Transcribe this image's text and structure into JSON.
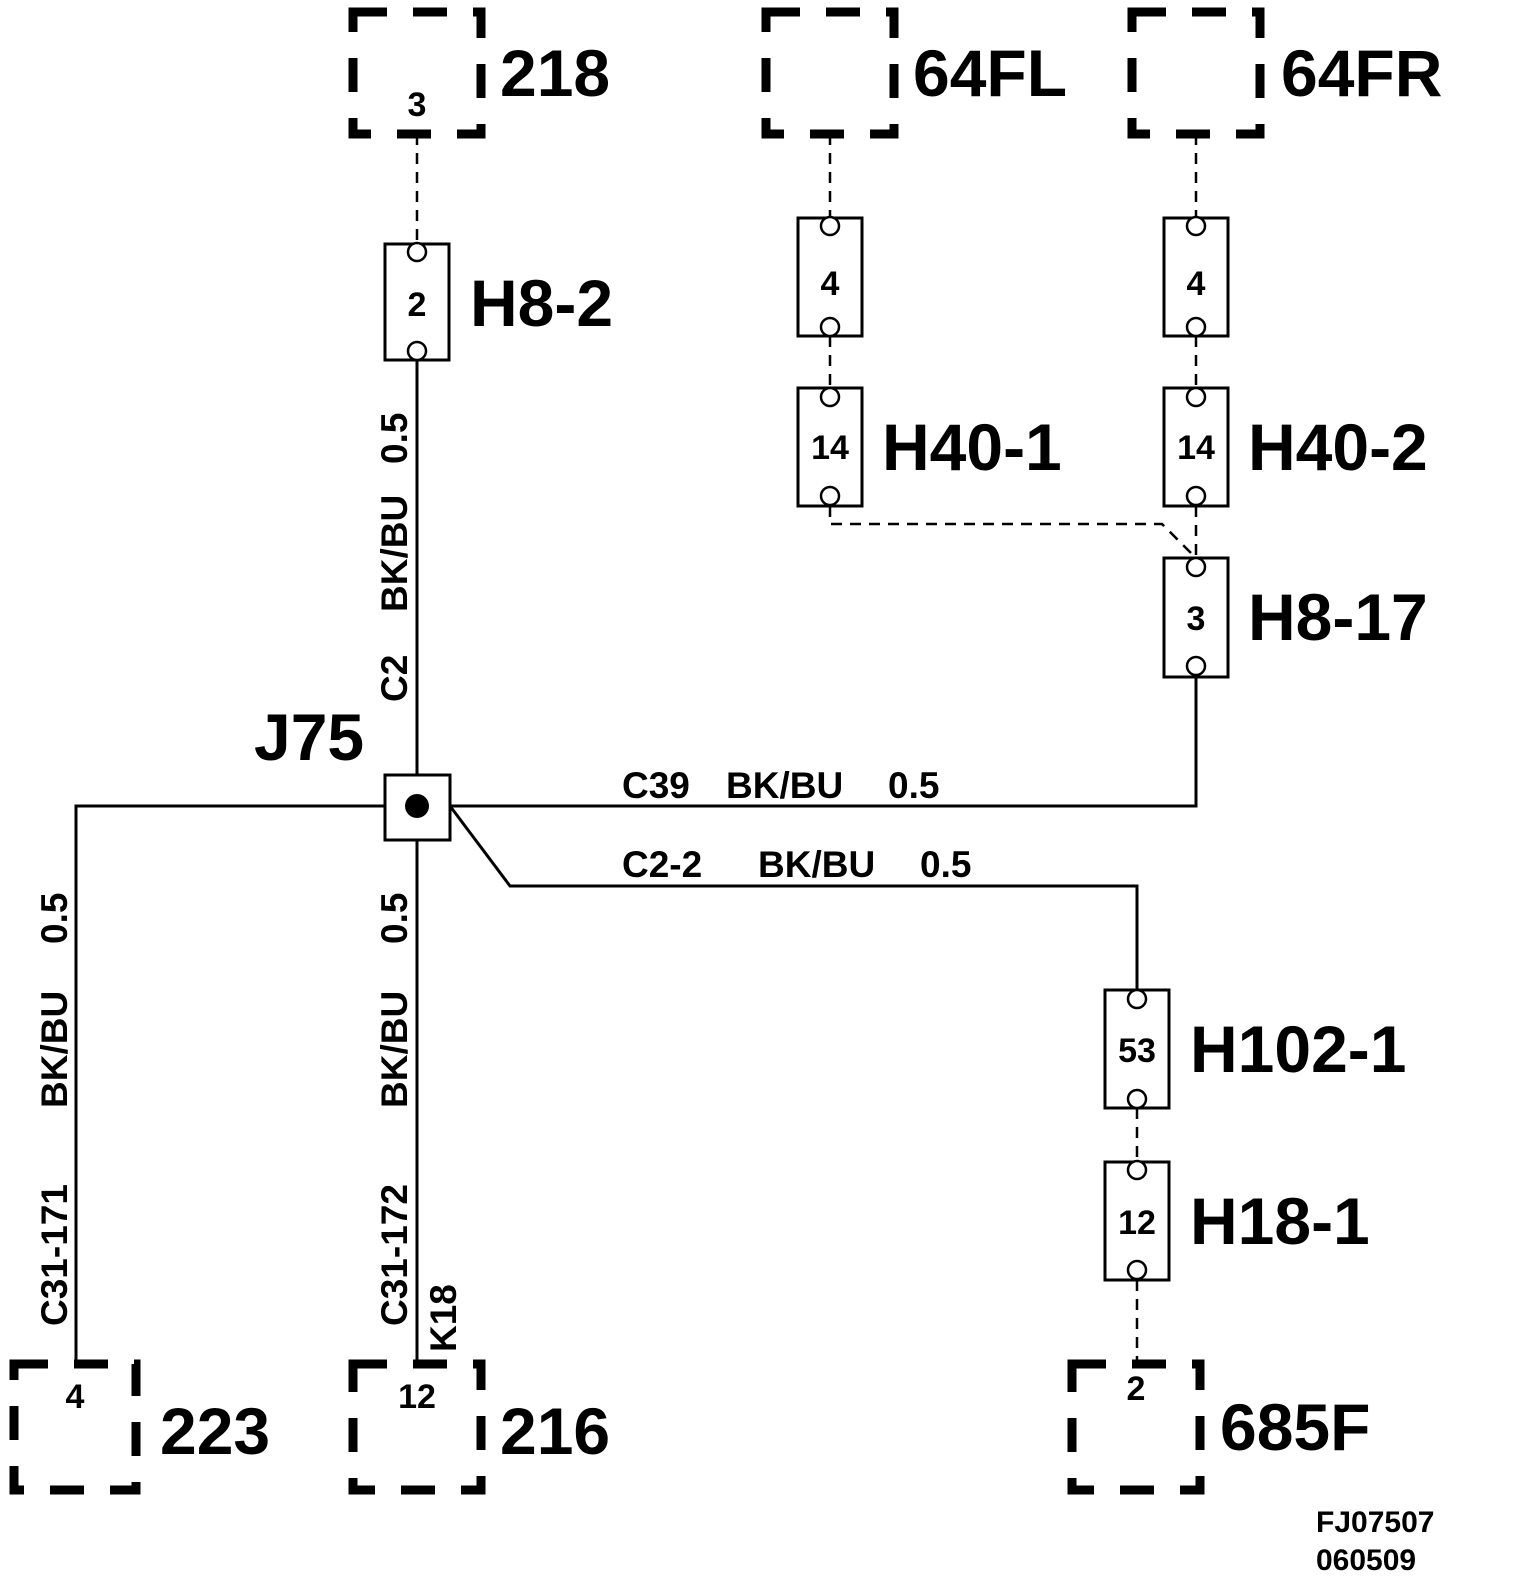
{
  "components": {
    "c218": {
      "label": "218",
      "pin": "3"
    },
    "c64fl": {
      "label": "64FL"
    },
    "c64fr": {
      "label": "64FR"
    },
    "c223": {
      "label": "223",
      "pin": "4"
    },
    "c216": {
      "label": "216",
      "pin": "12"
    },
    "c685f": {
      "label": "685F",
      "pin": "2"
    }
  },
  "connectors": {
    "h8_2": {
      "label": "H8-2",
      "pin": "2"
    },
    "h40_1_top": {
      "pin": "4"
    },
    "h40_2_top": {
      "pin": "4"
    },
    "h40_1": {
      "label": "H40-1",
      "pin": "14"
    },
    "h40_2": {
      "label": "H40-2",
      "pin": "14"
    },
    "h8_17": {
      "label": "H8-17",
      "pin": "3"
    },
    "h102_1": {
      "label": "H102-1",
      "pin": "53"
    },
    "h18_1": {
      "label": "H18-1",
      "pin": "12"
    }
  },
  "splice": {
    "label": "J75"
  },
  "wires": {
    "c2": {
      "circuit": "C2",
      "color": "BK/BU",
      "size": "0.5"
    },
    "c39": {
      "circuit": "C39",
      "color": "BK/BU",
      "size": "0.5"
    },
    "c2_2": {
      "circuit": "C2-2",
      "color": "BK/BU",
      "size": "0.5"
    },
    "c31_171": {
      "circuit": "C31-171",
      "color": "BK/BU",
      "size": "0.5"
    },
    "c31_172": {
      "circuit": "C31-172",
      "color": "BK/BU",
      "size": "0.5",
      "extra": "K18"
    }
  },
  "footer": {
    "code1": "FJ07507",
    "code2": "060509"
  },
  "style": {
    "line_color": "#000000",
    "background": "#ffffff"
  }
}
